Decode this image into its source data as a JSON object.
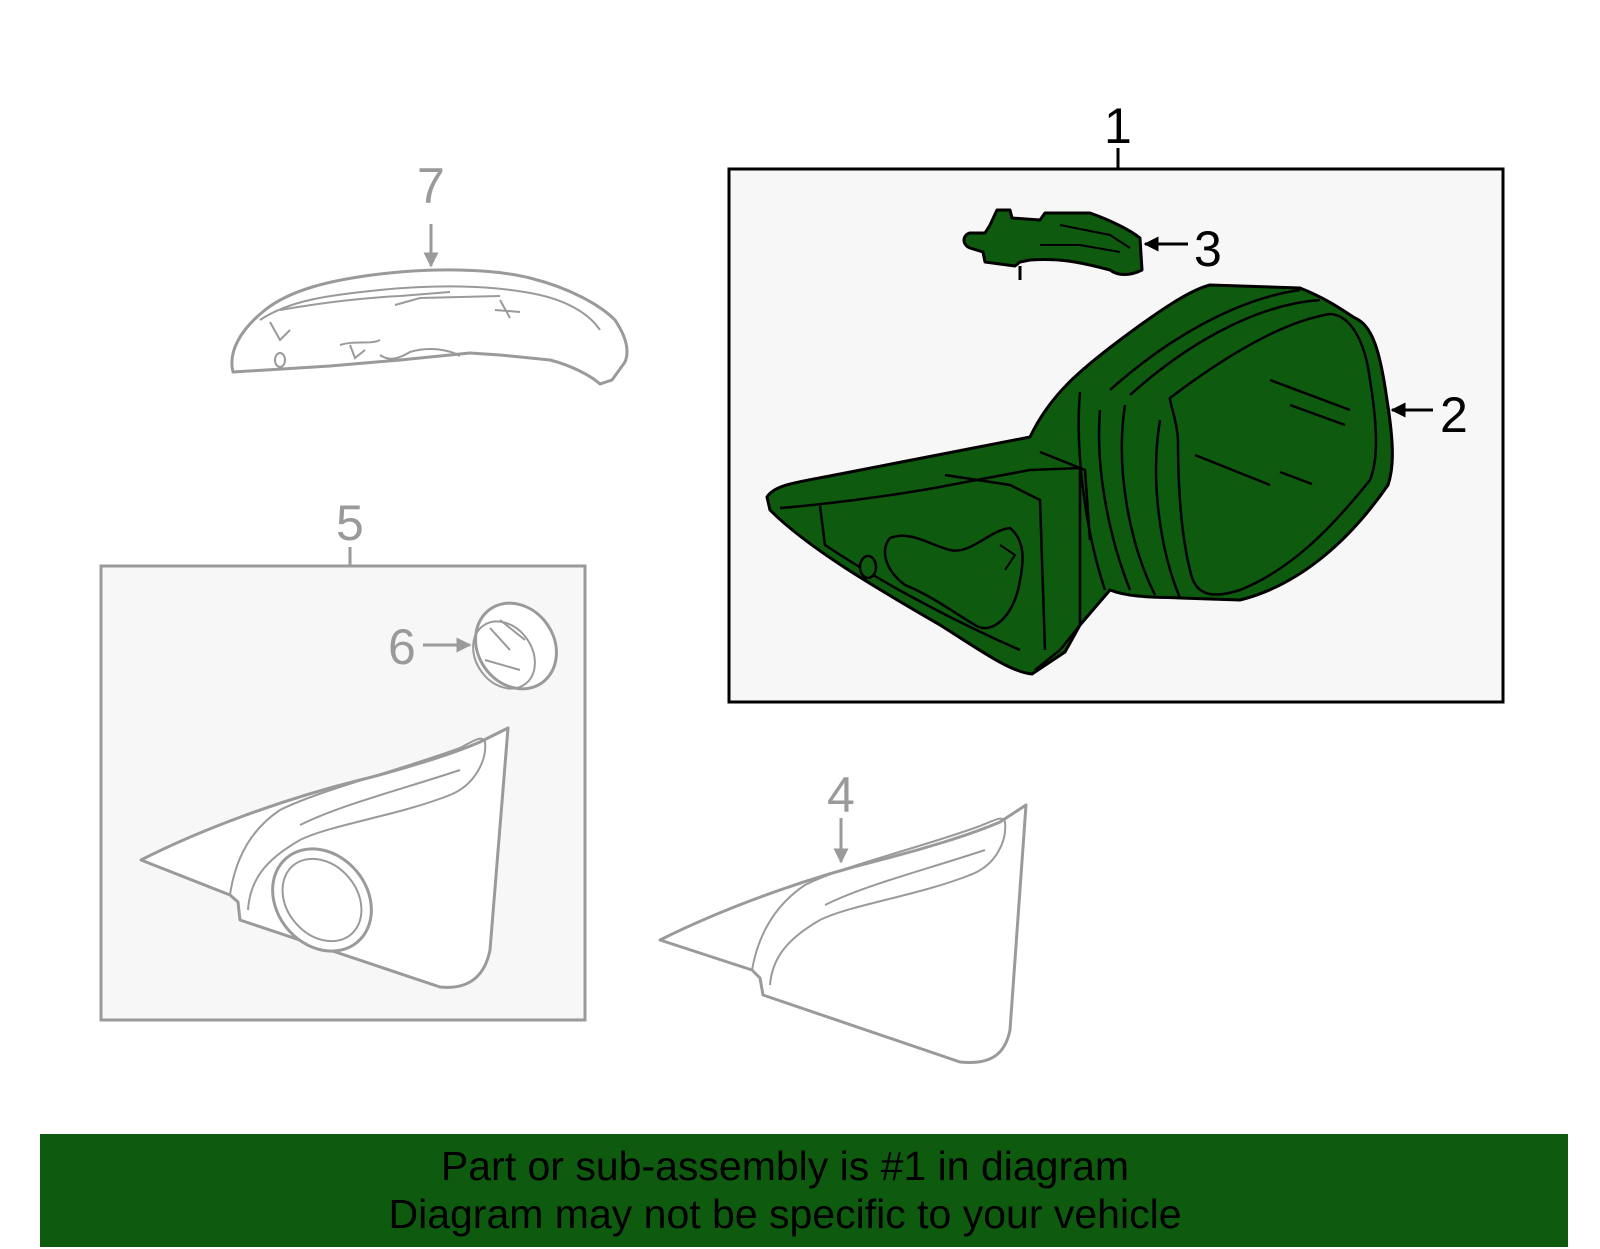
{
  "callouts": {
    "c1": "1",
    "c2": "2",
    "c3": "3",
    "c4": "4",
    "c5": "5",
    "c6": "6",
    "c7": "7"
  },
  "banner": {
    "line1": "Part or sub-assembly is #1 in diagram",
    "line2": "Diagram may not be specific to your vehicle"
  },
  "colors": {
    "highlight_green": "#0e5a0e",
    "banner_green": "#0e5a0e",
    "inactive_gray": "#9a9a9a",
    "box_fill": "#f7f7f7"
  },
  "icons": {
    "arrow": "callout-arrow-icon"
  }
}
